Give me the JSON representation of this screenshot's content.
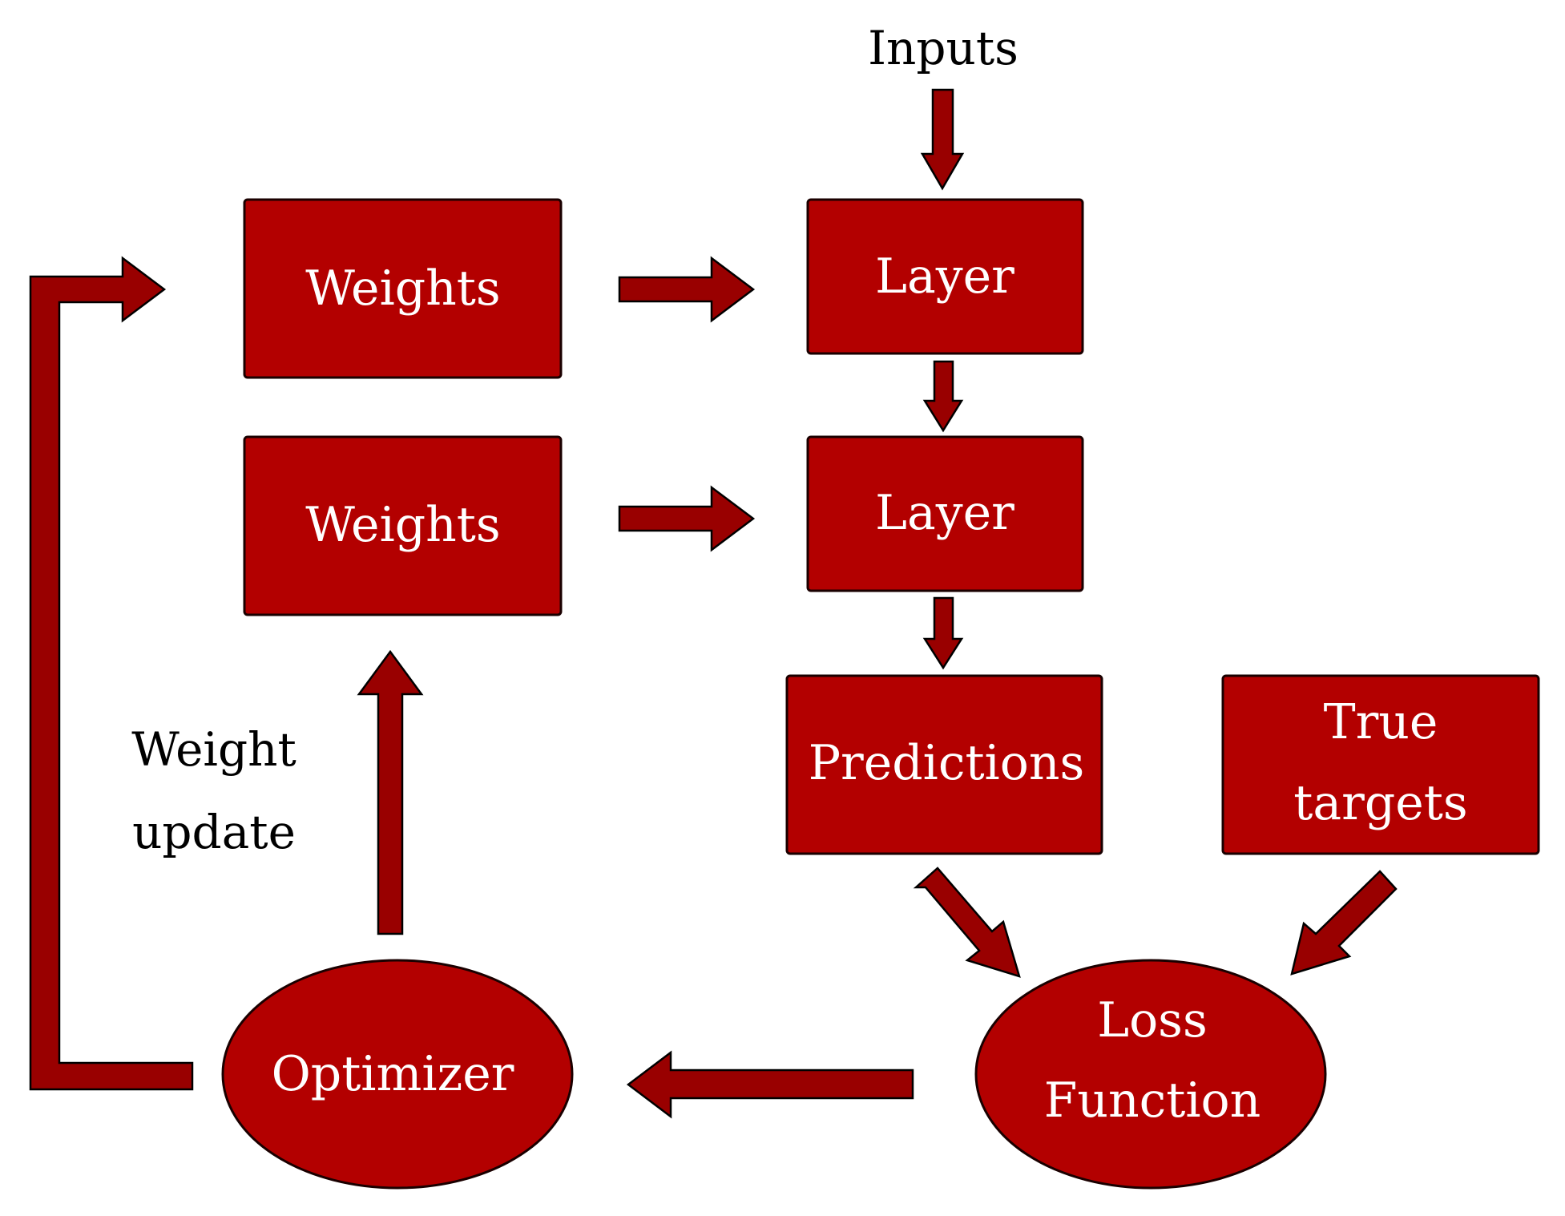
{
  "diagram": {
    "inputs_label": "Inputs",
    "weights_top": "Weights",
    "weights_bottom": "Weights",
    "layer_top": "Layer",
    "layer_bottom": "Layer",
    "predictions": "Predictions",
    "true_targets": {
      "line1": "True",
      "line2": "targets"
    },
    "loss_function": {
      "line1": "Loss",
      "line2": "Function"
    },
    "optimizer": "Optimizer",
    "weight_update": {
      "line1": "Weight",
      "line2": "update"
    }
  },
  "colors": {
    "box_fill": "#b30000",
    "arrow_fill": "#990000",
    "node_text": "#ffffff",
    "label_text": "#000000"
  }
}
